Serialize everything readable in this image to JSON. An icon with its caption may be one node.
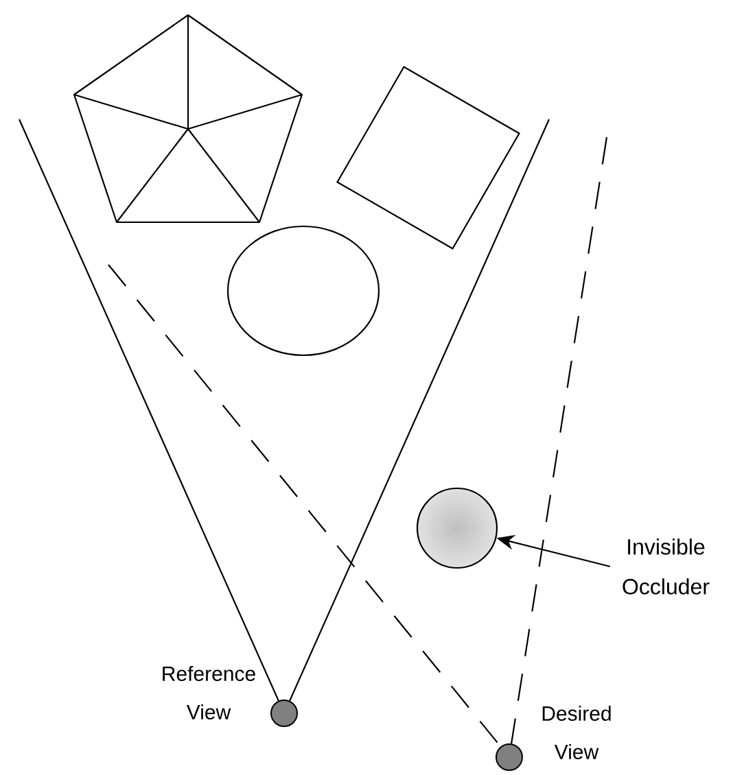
{
  "diagram": {
    "nodes": [
      {
        "text": [],
        "shape": "pentagon"
      },
      {
        "text": [],
        "shape": "square"
      },
      {
        "text": [],
        "shape": "ellipse"
      },
      {
        "text": [],
        "shape": "circle"
      },
      {
        "text": [],
        "shape": "circle",
        "beside": [
          "Reference View"
        ]
      },
      {
        "text": [],
        "shape": "circle",
        "beside": [
          "Desired View"
        ]
      },
      {
        "text": [
          "Invisible Occluder"
        ]
      }
    ],
    "edges": [
      {
        "from": 6,
        "to": 3,
        "arrow": "to"
      },
      {
        "from": null,
        "to": 4,
        "arrow": "none"
      },
      {
        "from": null,
        "to": 4,
        "arrow": "none"
      },
      {
        "from": null,
        "to": 5,
        "arrow": "none",
        "style": "dashed"
      },
      {
        "from": null,
        "to": 5,
        "arrow": "none",
        "style": "dashed"
      }
    ]
  }
}
